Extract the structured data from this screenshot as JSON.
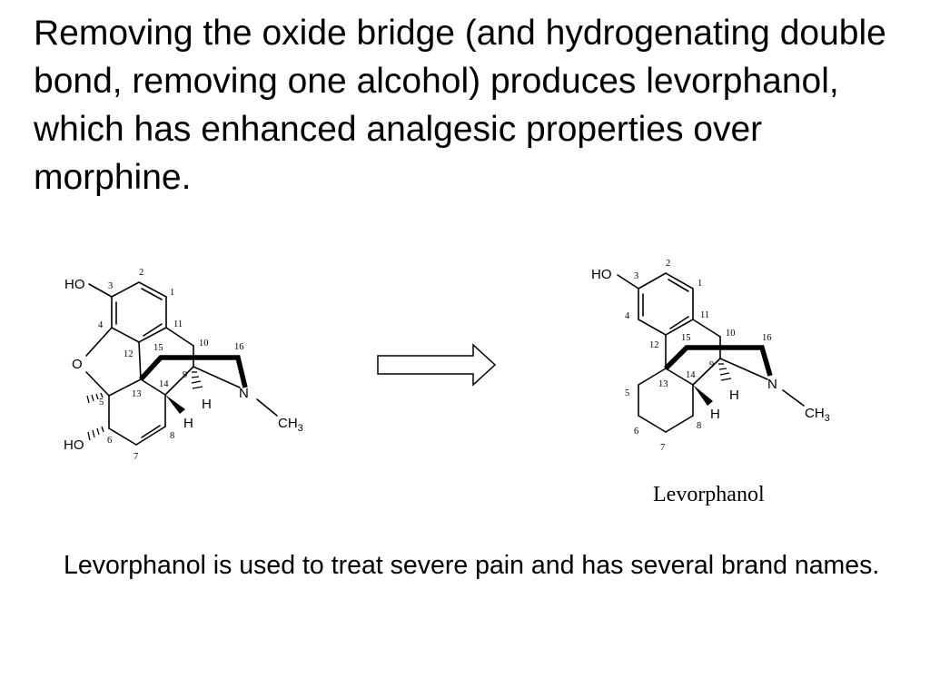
{
  "slide": {
    "heading": "Removing the oxide bridge (and hydrogenating double bond, removing one alcohol) produces levorphanol, which has enhanced analgesic properties over morphine.",
    "footer": "Levorphanol is used to treat severe pain and has several brand names."
  },
  "morphine_structure": {
    "atoms": {
      "ho_top": "HO",
      "o_bridge": "O",
      "ho_bottom": "HO",
      "n": "N",
      "ch3": "CH",
      "ch3_sub": "3",
      "h14": "H",
      "h9": "H"
    },
    "numbers": {
      "n1": "1",
      "n2": "2",
      "n3": "3",
      "n4": "4",
      "n5": "5",
      "n6": "6",
      "n7": "7",
      "n8": "8",
      "n9": "9",
      "n10": "10",
      "n11": "11",
      "n12": "12",
      "n13": "13",
      "n14": "14",
      "n15": "15",
      "n16": "16"
    }
  },
  "reaction_arrow": {
    "icon": "hollow-right-arrow-icon"
  },
  "levorphanol_structure": {
    "name": "Levorphanol",
    "atoms": {
      "ho": "HO",
      "n": "N",
      "ch3": "CH",
      "ch3_sub": "3",
      "h14": "H",
      "h9": "H"
    },
    "numbers": {
      "n1": "1",
      "n2": "2",
      "n3": "3",
      "n4": "4",
      "n5": "5",
      "n6": "6",
      "n7": "7",
      "n8": "8",
      "n9": "9",
      "n10": "10",
      "n11": "11",
      "n12": "12",
      "n13": "13",
      "n14": "14",
      "n15": "15",
      "n16": "16"
    }
  }
}
